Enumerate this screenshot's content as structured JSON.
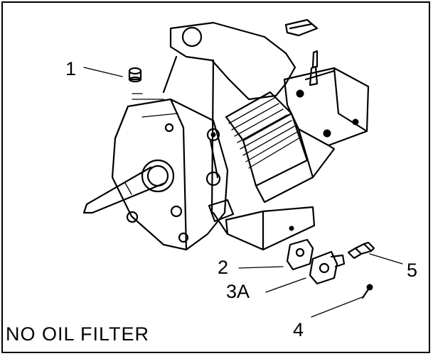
{
  "diagram": {
    "caption": "NO OIL FILTER",
    "callouts": [
      {
        "id": "1",
        "label": "1"
      },
      {
        "id": "2",
        "label": "2"
      },
      {
        "id": "3a",
        "label": "3A"
      },
      {
        "id": "4",
        "label": "4"
      },
      {
        "id": "5",
        "label": "5"
      }
    ]
  }
}
